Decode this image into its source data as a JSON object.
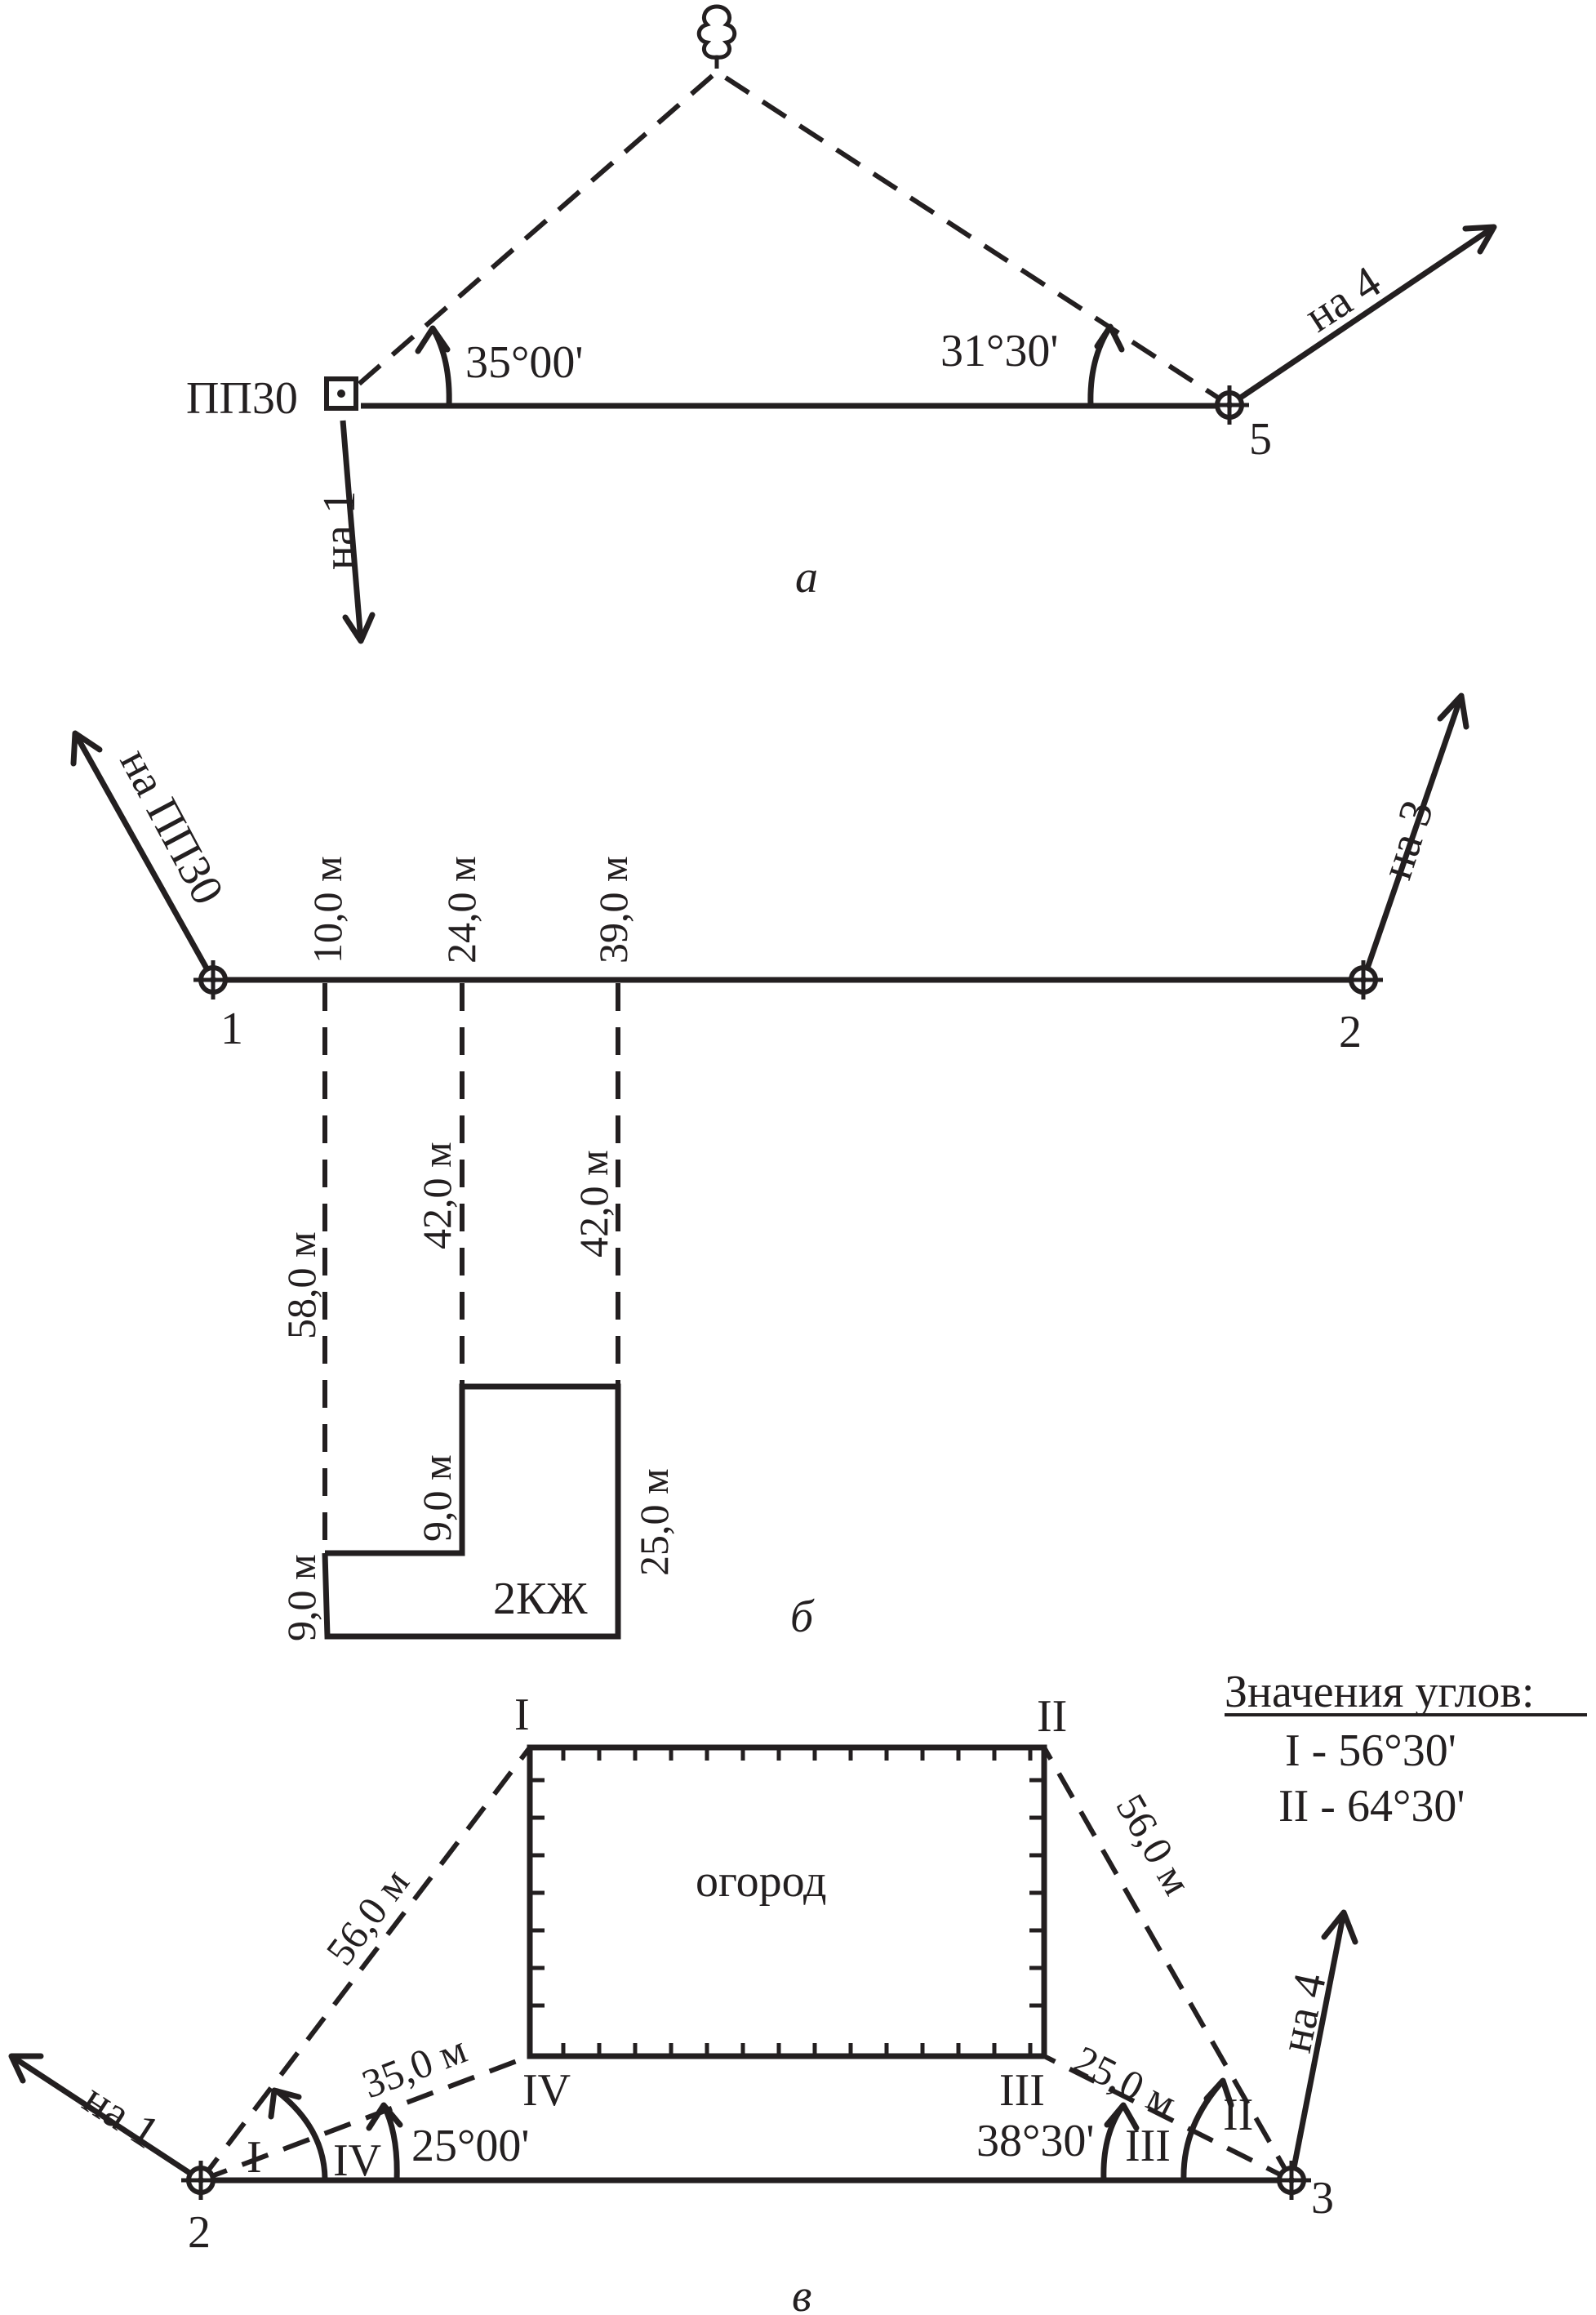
{
  "panel_a": {
    "caption": "а",
    "station_label": "ПП30",
    "point_label": "5",
    "direction_to_1": "на 1",
    "direction_to_4": "на 4",
    "angle_left": "35°00'",
    "angle_right": "31°30'"
  },
  "panel_b": {
    "caption": "б",
    "point_1": "1",
    "point_2": "2",
    "direction_to_pp30": "на ПП30",
    "direction_to_3": "на 3",
    "chainage": [
      "10,0 м",
      "24,0 м",
      "39,0 м"
    ],
    "offsets": [
      "58,0 м",
      "42,0 м",
      "42,0 м"
    ],
    "building_sides": {
      "left": "9,0 м",
      "step": "9,0 м",
      "right": "25,0 м"
    },
    "building_label": "2КЖ"
  },
  "panel_c": {
    "caption": "в",
    "point_2": "2",
    "point_3": "3",
    "direction_to_1": "на 1",
    "direction_to_4": "на 4",
    "corner_labels": [
      "I",
      "II",
      "III",
      "IV"
    ],
    "area_label": "огород",
    "distances": {
      "to_I": "56,0 м",
      "to_IV": "35,0 м",
      "to_II": "56,0 м",
      "to_III": "25,0 м"
    },
    "angle_IV": "25°00'",
    "angle_III": "38°30'",
    "angle_names": {
      "left_I": "I",
      "left_IV": "IV",
      "right_III": "III",
      "right_II": "II"
    },
    "angles_title": "Значения углов:",
    "angle_values": [
      "I - 56°30'",
      "II - 64°30'"
    ]
  }
}
